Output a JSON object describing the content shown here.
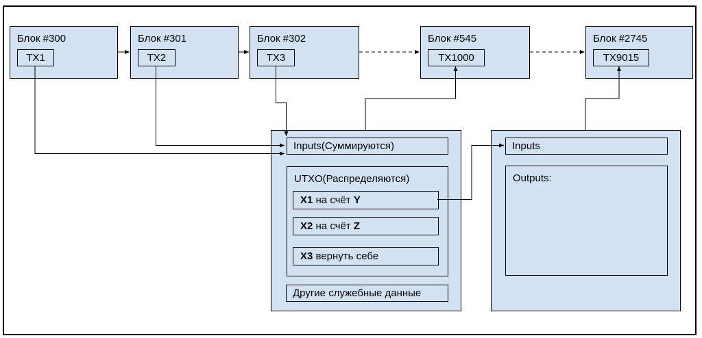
{
  "colors": {
    "box_fill": "#d3e2f2",
    "line": "#000000",
    "background": "#ffffff"
  },
  "blockchain": {
    "blocks": [
      {
        "title": "Блок #300",
        "tx": "TX1"
      },
      {
        "title": "Блок #301",
        "tx": "TX2"
      },
      {
        "title": "Блок #302",
        "tx": "TX3"
      },
      {
        "title": "Блок #545",
        "tx": "TX1000"
      },
      {
        "title": "Блок #2745",
        "tx": "TX9015"
      }
    ]
  },
  "tx_structure": {
    "inputs_label": "Inputs(Суммируются)",
    "utxo_label": "UTXO(Распределяются)",
    "utxo_rows": [
      {
        "bold1": "X1",
        "mid": " на счёт ",
        "bold2": "Y"
      },
      {
        "bold1": "X2",
        "mid": " на счёт ",
        "bold2": "Z"
      },
      {
        "bold1": "X3",
        "mid": " вернуть себе",
        "bold2": ""
      }
    ],
    "footer_label": "Другие служебные данные"
  },
  "next_tx": {
    "inputs_label": "Inputs",
    "outputs_label": "Outputs:"
  }
}
